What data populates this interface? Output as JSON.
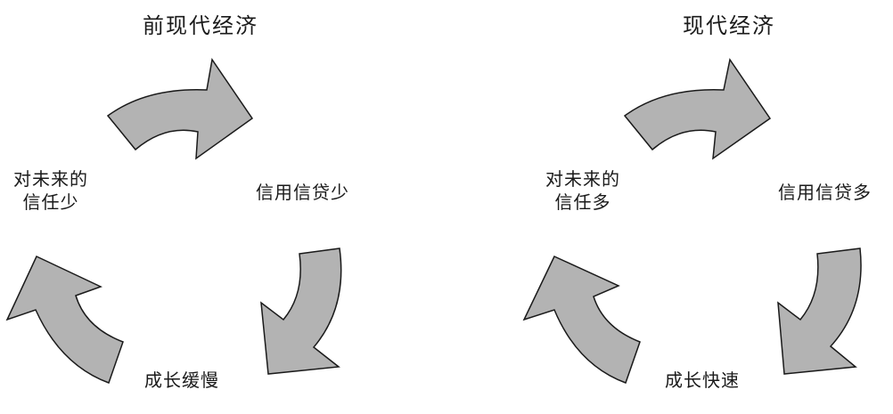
{
  "left_diagram": {
    "title": "前现代经济",
    "node_top_right": "信用信贷少",
    "node_bottom": "成长缓慢",
    "node_left_line1": "对未来的",
    "node_left_line2": "信任少"
  },
  "right_diagram": {
    "title": "现代经济",
    "node_top_right": "信用信贷多",
    "node_bottom": "成长快速",
    "node_left_line1": "对未来的",
    "node_left_line2": "信任多"
  },
  "style": {
    "arrow_fill": "#b3b3b3",
    "arrow_stroke": "#1a1a1a",
    "text_color": "#1a1a1a"
  }
}
